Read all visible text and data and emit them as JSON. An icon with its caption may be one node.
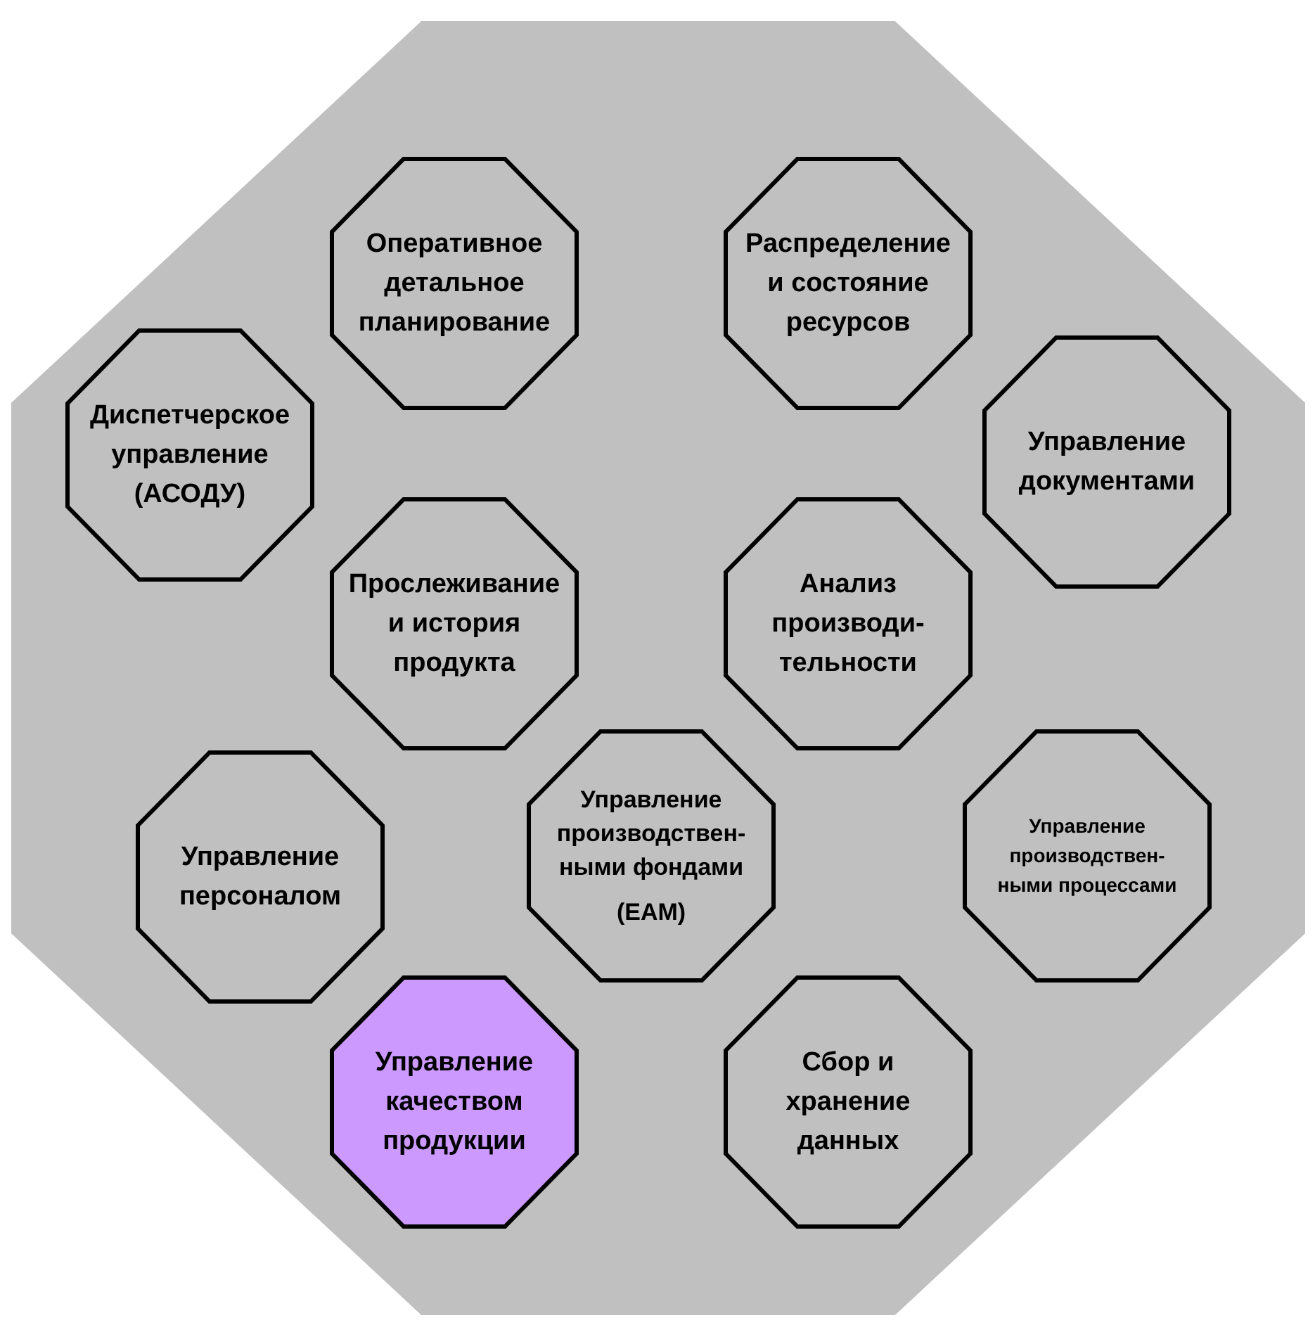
{
  "diagram": {
    "nodes": [
      {
        "text": [],
        "shape": "octagon"
      },
      {
        "text": [
          "Оперативное детальное планирование"
        ],
        "in": 0
      },
      {
        "text": [
          "Распределение и состояние ресурсов"
        ],
        "in": 0
      },
      {
        "text": [
          "Диспетчерское управление (АСОДУ)"
        ],
        "in": 0
      },
      {
        "text": [
          "Управление документами"
        ],
        "in": 0
      },
      {
        "text": [
          "Прослеживание и история продукта"
        ],
        "in": 0
      },
      {
        "text": [
          "Анализ производи-тельности"
        ],
        "in": 0
      },
      {
        "text": [
          "Управление персоналом"
        ],
        "in": 0
      },
      {
        "text": [
          "Управление производствен-ными фондами",
          "(EAM)"
        ],
        "in": 0
      },
      {
        "text": [
          "Управление производствен-ными процессами"
        ],
        "in": 0
      },
      {
        "text": [
          "Управление качеством продукции"
        ],
        "in": 0
      },
      {
        "text": [
          "Сбор и хранение данных"
        ],
        "in": 0
      }
    ],
    "edges": []
  }
}
